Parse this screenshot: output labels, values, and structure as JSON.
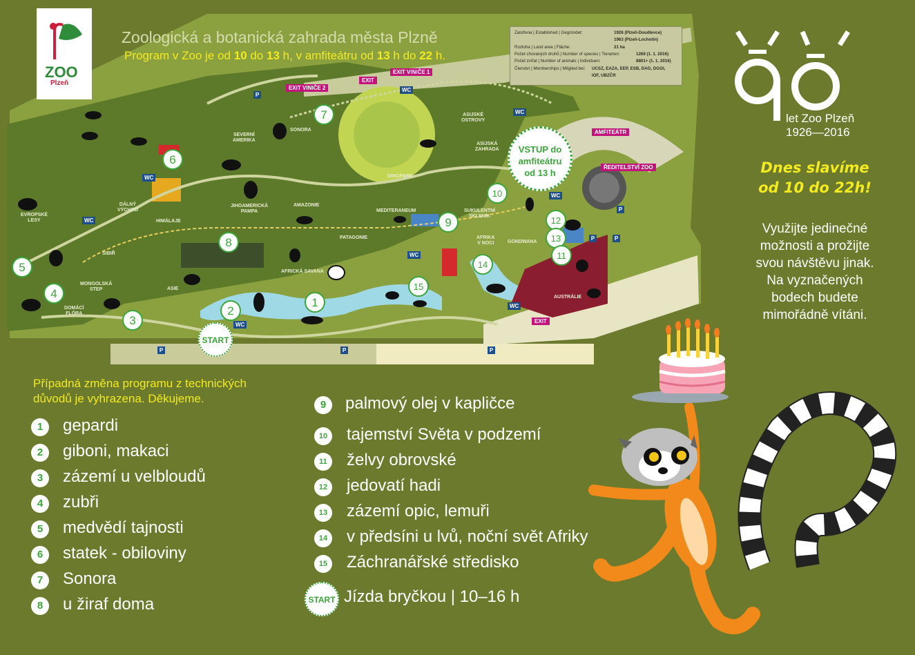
{
  "header": {
    "title": "Zoologická a botanická zahrada města Plzně",
    "program_line": {
      "p1": "Program v Zoo je od ",
      "h1": "10",
      "p2": " do ",
      "h2": "13",
      "p3": " h, v amfiteátru od ",
      "h3": "13",
      "p4": " h do ",
      "h4": "22",
      "p5": " h."
    }
  },
  "logo": {
    "text": "ZOO",
    "city": "Plzeň"
  },
  "info_box": {
    "rows": [
      {
        "label": "Založena | Established | Gegründet:",
        "value": "1926 (Plzeň-Doudlevce)"
      },
      {
        "label": "",
        "value": "1963 (Plzeň-Lochotín)"
      },
      {
        "label": "Rozloha | Land area | Fläche:",
        "value": "21 ha"
      },
      {
        "label": "Počet chovaných druhů | Number of species | Tierarten:",
        "value": "1269 (1. 1. 2016)"
      },
      {
        "label": "Počet zvířat | Number of animals | Individuen:",
        "value": "8801+ (1. 1. 2016)"
      },
      {
        "label": "Členství | Memberships | Mitglied bei:",
        "value": "UCSZ, EAZA, EEP, ESB, DAG, DGGI,"
      },
      {
        "label": "",
        "value": "IOF, UBZČR"
      }
    ]
  },
  "anniversary": {
    "number": "90",
    "line1": "let Zoo Plzeň",
    "line2": "1926—2016"
  },
  "slogan": [
    "Dnes slavíme",
    "od 10 do 22h!"
  ],
  "promo": [
    "Využijte jedinečné",
    "možnosti a prožijte",
    "svou návštěvu jinak.",
    "Na vyznačených",
    "bodech budete",
    "mimořádně vítáni."
  ],
  "notice": [
    "Případná změna programu z technických",
    "důvodů je vyhrazena. Děkujeme."
  ],
  "program": [
    {
      "num": "1",
      "text": "gepardi"
    },
    {
      "num": "2",
      "text": "giboni, makaci"
    },
    {
      "num": "3",
      "text": "zázemí u velbloudů"
    },
    {
      "num": "4",
      "text": "zubři"
    },
    {
      "num": "5",
      "text": "medvědí tajnosti"
    },
    {
      "num": "6",
      "text": "statek - obiloviny"
    },
    {
      "num": "7",
      "text": "Sonora"
    },
    {
      "num": "8",
      "text": "u žiraf doma"
    },
    {
      "num": "9",
      "text": "palmový olej v kapličce"
    },
    {
      "num": "10",
      "text": "tajemství Světa v podzemí"
    },
    {
      "num": "11",
      "text": "želvy obrovské"
    },
    {
      "num": "12",
      "text": "jedovatí hadi"
    },
    {
      "num": "13",
      "text": "zázemí opic, lemuři"
    },
    {
      "num": "14",
      "text": "v předsíni u lvů, noční svět Afriky"
    },
    {
      "num": "15",
      "text": "Záchranářské středisko"
    },
    {
      "num": "START",
      "text": "Jízda bryčkou | 10–16 h"
    }
  ],
  "map": {
    "vstup": [
      "VSTUP do",
      "amfiteátru",
      "od 13 h"
    ],
    "amfiteatr": "AMFITEÁTR",
    "reditelstvi": "ŘEDITELSTVÍ ZOO",
    "start": "START",
    "exits": [
      "EXIT VINIČE 1",
      "EXIT",
      "EXIT VINIČE 2",
      "EXIT"
    ],
    "wc": "WC",
    "parking": "P",
    "areas": [
      "SEVERNÍ\nAMERIKA",
      "SONORA",
      "ASIJSKÉ\nOSTROVY",
      "ASIJSKÁ\nZAHRADA",
      "DINOPARK",
      "EVROPSKÉ\nLESY",
      "DÁLNÝ\nVÝCHOD",
      "HIMÁLAJE",
      "JIHOAMERICKÁ\nPAMPA",
      "AMAZONIE",
      "MEDITERANEUM",
      "SUKULENTNÍ\nSKLENÍK",
      "PATAGONIE",
      "SIBIŘ",
      "AFRIKA\nV NOCI",
      "GONDWANA",
      "AFRICKÁ SAVANA",
      "MONGOLSKÁ\nSTEP",
      "ASIE",
      "DOMÁCÍ\nFLÓRA",
      "AUSTRÁLIE"
    ]
  }
}
